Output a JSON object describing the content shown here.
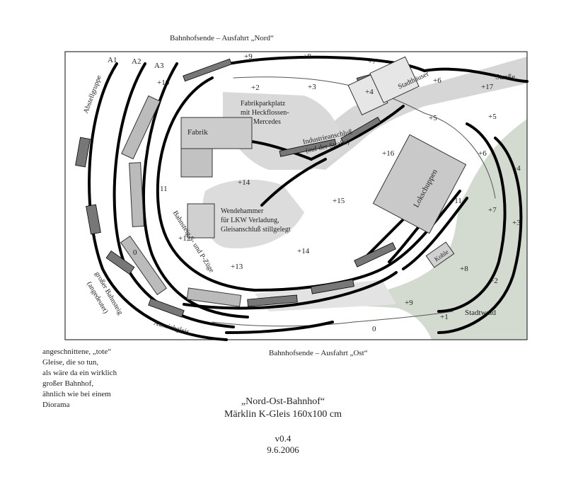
{
  "edges": {
    "north": "Bahnhofsende – Ausfahrt „Nord“",
    "east": "Bahnhofsende – Ausfahrt „Ost“"
  },
  "areas": {
    "street": "Straße",
    "city_forest": "Stadtwald",
    "city_houses": "Stadthäuser",
    "factory": "Fabrik",
    "parking": [
      "Fabrikparkplatz",
      "mit Heckflossen-",
      "Mercedes"
    ],
    "industry": [
      "Industrieanschluß",
      "(auf der Straße)"
    ],
    "loco_shed": "Lokschuppen",
    "coal": "Kohle",
    "turnaround": [
      "Wendehammer",
      "für LKW Verladung,",
      "Gleisanschluß stillgelegt"
    ],
    "platform": "Bahnsteig S- und P-Züge",
    "big_platform": [
      "großer Bahnsteig",
      "(angedeutet)"
    ],
    "holding_group": "Abstellgruppe",
    "pull_track": "Ausziehgleis"
  },
  "tracks": {
    "A1": "A1",
    "A2": "A2",
    "A3": "A3",
    "p9": "+9",
    "p8": "+8",
    "p7": "+7",
    "p6": "+6",
    "p17": "+17",
    "p2": "+2",
    "p3": "+3",
    "p4a": "+4",
    "p5a": "+5",
    "p5b": "+5",
    "p10": "+10",
    "p16": "+16",
    "p6b": "+6",
    "p4b": "+4",
    "p14a": "+14",
    "p15": "+15",
    "p11": "+11",
    "p7b": "+7",
    "p3b": "+3",
    "p12": "+12",
    "p14b": "+14",
    "p13": "+13",
    "p8b": "+8",
    "p2b": "+2",
    "p9b": "+9",
    "p1": "+1",
    "n11": "11",
    "n0a": "0",
    "n0b": "0"
  },
  "note": [
    "angeschnittene, „tote“",
    "Gleise, die so tun,",
    "als wäre da ein wirklich",
    "großer Bahnhof,",
    "ähnlich wie bei einem",
    "Diorama"
  ],
  "title": {
    "name": "„Nord-Ost-Bahnhof“",
    "subtitle": "Märklin K-Gleis 160x100 cm",
    "version": "v0.4",
    "date": "9.6.2006"
  },
  "colors": {
    "forest": "#d3dbd1",
    "street": "#d6d6d6",
    "building": "#c7c7c7",
    "track": "#000000"
  }
}
